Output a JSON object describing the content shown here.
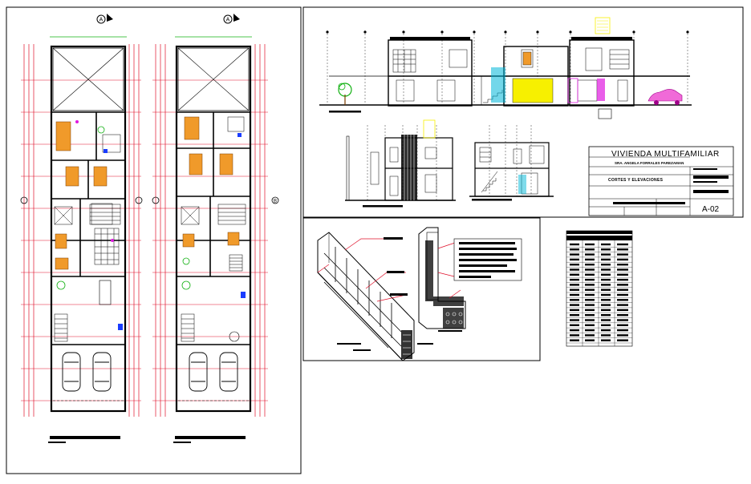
{
  "title_block": {
    "project_name": "VIVIENDA MULTIFAMILIAR",
    "owner": "SRA. ANGELA FORRALES PAREZAMAN",
    "sheet_title": "CORTES Y ELEVACIONES",
    "sheet_code": "A-02"
  },
  "plans": {
    "north_marker_left": "A",
    "north_marker_right": "A",
    "side_marker": "B"
  },
  "colors": {
    "sheet_border": "#000000",
    "dimension_red": "#e0102a",
    "wall_black": "#000000",
    "accent_blue": "#1a3cff",
    "accent_magenta": "#e01ae0",
    "accent_yellow": "#f7f000",
    "accent_green": "#10b010",
    "accent_cyan": "#00b7d8"
  }
}
